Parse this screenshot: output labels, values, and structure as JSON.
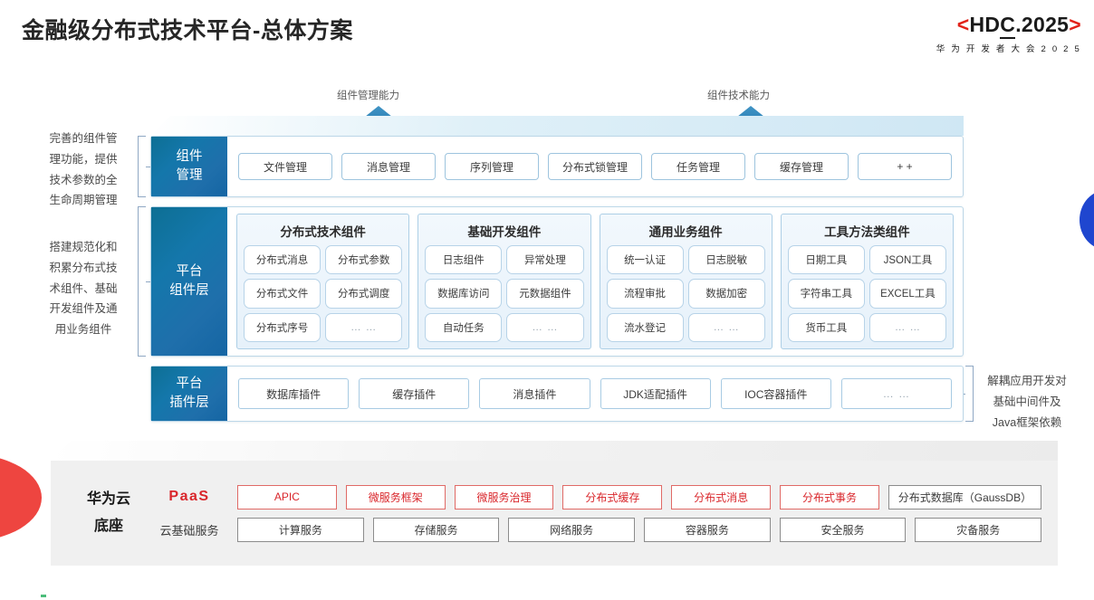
{
  "header": {
    "title": "金融级分布式技术平台-总体方案",
    "logo": {
      "bracket_left": "<",
      "main": "HDC.2025",
      "hdc_part1": "HD",
      "hdc_underlined": "C",
      "hdc_part2": ".2025",
      "bracket_right": ">",
      "subtitle": "华 为 开 发 者 大 会 2 0 2 5",
      "accent_color": "#e2231a"
    }
  },
  "capability_arrows": [
    {
      "label": "组件管理能力",
      "icon": "up-arrow-icon"
    },
    {
      "label": "组件技术能力",
      "icon": "up-arrow-icon"
    }
  ],
  "side_notes": {
    "left_top": "完善的组件管\n理功能，提供\n技术参数的全\n生命周期管理",
    "left_bottom": "搭建规范化和\n积累分布式技\n术组件、基础\n开发组件及通\n用业务组件",
    "right": "解耦应用开发对\n基础中间件及\nJava框架依赖"
  },
  "layers": {
    "component_management": {
      "label": "组件\n管理",
      "items": [
        "文件管理",
        "消息管理",
        "序列管理",
        "分布式锁管理",
        "任务管理",
        "缓存管理",
        "+ +"
      ]
    },
    "platform_component": {
      "label": "平台\n组件层",
      "groups": [
        {
          "title": "分布式技术组件",
          "items": [
            "分布式消息",
            "分布式参数",
            "分布式文件",
            "分布式调度",
            "分布式序号",
            "… …"
          ]
        },
        {
          "title": "基础开发组件",
          "items": [
            "日志组件",
            "异常处理",
            "数据库访问",
            "元数据组件",
            "自动任务",
            "… …"
          ]
        },
        {
          "title": "通用业务组件",
          "items": [
            "统一认证",
            "日志脱敏",
            "流程审批",
            "数据加密",
            "流水登记",
            "… …"
          ]
        },
        {
          "title": "工具方法类组件",
          "items": [
            "日期工具",
            "JSON工具",
            "字符串工具",
            "EXCEL工具",
            "货币工具",
            "… …"
          ]
        }
      ]
    },
    "platform_plugin": {
      "label": "平台\n插件层",
      "items": [
        "数据库插件",
        "缓存插件",
        "消息插件",
        "JDK适配插件",
        "IOC容器插件",
        "… …"
      ]
    }
  },
  "paas_base": {
    "title": "华为云\n底座",
    "rows": [
      {
        "label": "PaaS",
        "label_color": "#d9262b",
        "items": [
          {
            "text": "APIC",
            "style": "red"
          },
          {
            "text": "微服务框架",
            "style": "red"
          },
          {
            "text": "微服务治理",
            "style": "red"
          },
          {
            "text": "分布式缓存",
            "style": "red"
          },
          {
            "text": "分布式消息",
            "style": "red"
          },
          {
            "text": "分布式事务",
            "style": "red"
          },
          {
            "text": "分布式数据库（GaussDB）",
            "style": "grey",
            "wide": true
          }
        ]
      },
      {
        "label": "云基础服务",
        "label_color": "#3c3c3c",
        "items": [
          {
            "text": "计算服务",
            "style": "grey"
          },
          {
            "text": "存储服务",
            "style": "grey"
          },
          {
            "text": "网络服务",
            "style": "grey"
          },
          {
            "text": "容器服务",
            "style": "grey"
          },
          {
            "text": "安全服务",
            "style": "grey"
          },
          {
            "text": "灾备服务",
            "style": "grey"
          }
        ]
      }
    ]
  },
  "decor": {
    "red_wedge_color": "#ee4540",
    "blue_lens_color": "#1f46cf",
    "layer_label_color": "#1477ab"
  }
}
